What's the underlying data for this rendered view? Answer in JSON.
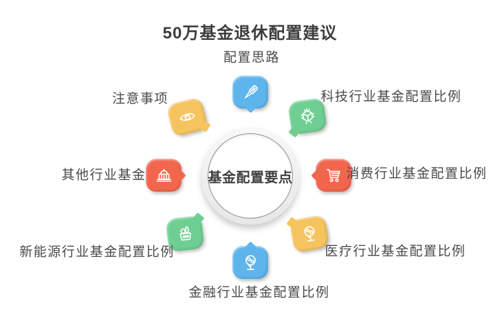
{
  "title": "50万基金退休配置建议",
  "center": {
    "label": "基金配置要点"
  },
  "palette": {
    "blue": "#5EB5EC",
    "green": "#6FCF92",
    "red": "#F2664D",
    "yellow": "#F6C45F",
    "title_text": "#3C3C3C",
    "label_text": "#4A4A4A"
  },
  "items": [
    {
      "id": "allocation-idea",
      "label": "配置思路",
      "icon": "tool-icon",
      "color": "blue",
      "position": "top"
    },
    {
      "id": "tech-fund",
      "label": "科技行业基金配置比例",
      "icon": "chip-icon",
      "color": "green",
      "position": "top-right"
    },
    {
      "id": "consumer-fund",
      "label": "消费行业基金配置比例",
      "icon": "cart-icon",
      "color": "red",
      "position": "right"
    },
    {
      "id": "medical-fund",
      "label": "医疗行业基金配置比例",
      "icon": "money-tree-icon",
      "color": "yellow",
      "position": "bottom-right"
    },
    {
      "id": "finance-fund",
      "label": "金融行业基金配置比例",
      "icon": "money-tree-icon",
      "color": "blue",
      "position": "bottom"
    },
    {
      "id": "new-energy-fund",
      "label": "新能源行业基金配置比例",
      "icon": "basket-icon",
      "color": "green",
      "position": "bottom-left"
    },
    {
      "id": "other-fund",
      "label": "其他行业基金",
      "icon": "bank-icon",
      "color": "red",
      "position": "left"
    },
    {
      "id": "notes",
      "label": "注意事项",
      "icon": "eye-icon",
      "color": "yellow",
      "position": "top-left"
    }
  ]
}
